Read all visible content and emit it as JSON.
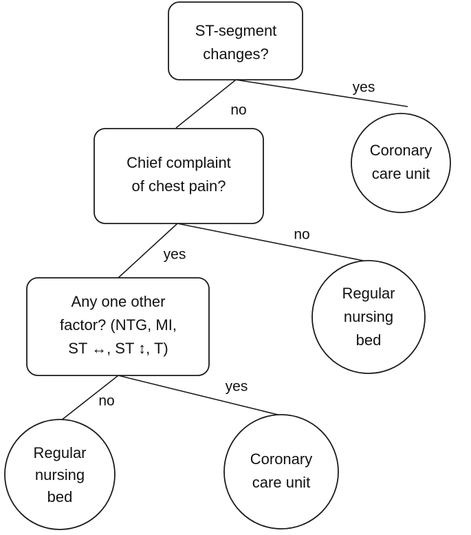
{
  "nodes": {
    "n_st": [
      "ST-segment",
      "changes?"
    ],
    "n_ccu1": [
      "Coronary",
      "care unit"
    ],
    "n_chief": [
      "Chief complaint",
      "of chest pain?"
    ],
    "n_reg1": [
      "Regular",
      "nursing",
      "bed"
    ],
    "n_factor": [
      "Any one other",
      "factor? (NTG, MI,",
      "ST ↔, ST ↕, T)"
    ],
    "n_reg2": [
      "Regular",
      "nursing",
      "bed"
    ],
    "n_ccu2": [
      "Coronary",
      "care unit"
    ]
  },
  "edges": {
    "st_yes": "yes",
    "st_no": "no",
    "chief_yes": "yes",
    "chief_no": "no",
    "factor_no": "no",
    "factor_yes": "yes"
  }
}
